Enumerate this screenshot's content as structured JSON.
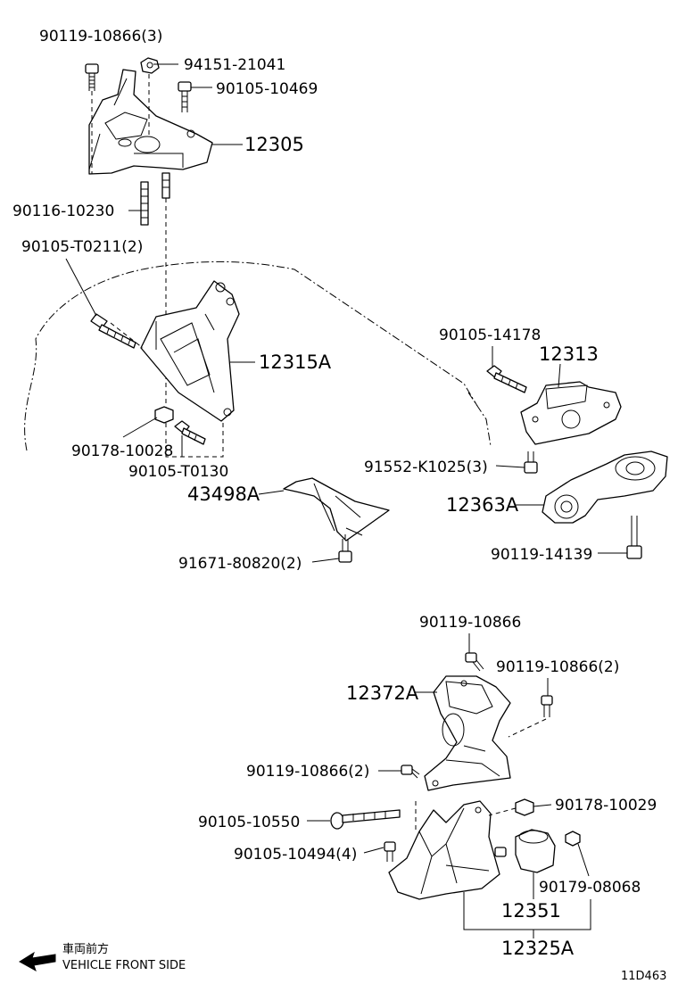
{
  "labels": {
    "p90119_10866_3": "90119-10866(3)",
    "p94151_21041": "94151-21041",
    "p90105_10469": "90105-10469",
    "p12305": "12305",
    "p90116_10230": "90116-10230",
    "p90105_T0211_2": "90105-T0211(2)",
    "p12315A": "12315A",
    "p90178_10028": "90178-10028",
    "p90105_T0130": "90105-T0130",
    "p43498A": "43498A",
    "p91671_80820_2": "91671-80820(2)",
    "p90105_14178": "90105-14178",
    "p12313": "12313",
    "p91552_K1025_3": "91552-K1025(3)",
    "p12363A": "12363A",
    "p90119_14139": "90119-14139",
    "p90119_10866": "90119-10866",
    "p90119_10866_2a": "90119-10866(2)",
    "p12372A": "12372A",
    "p90119_10866_2b": "90119-10866(2)",
    "p90105_10550": "90105-10550",
    "p90178_10029": "90178-10029",
    "p90105_10494_4": "90105-10494(4)",
    "p90179_08068": "90179-08068",
    "p12351": "12351",
    "p12325A": "12325A"
  },
  "footer": {
    "japanese_label": "車両前方",
    "english_label": "VEHICLE FRONT SIDE",
    "diagram_code": "11D463"
  },
  "icons": {
    "front_arrow": "arrow-left-icon"
  }
}
